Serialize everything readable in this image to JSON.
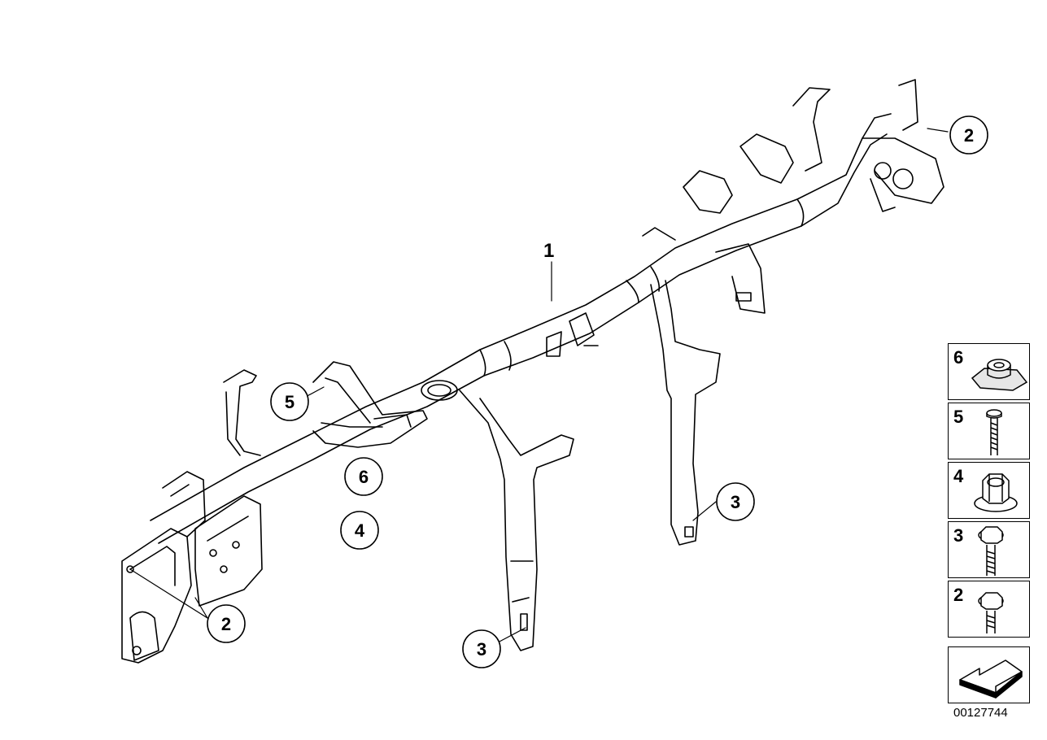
{
  "main_label": "1",
  "callouts": {
    "c2_top": "2",
    "c2_bottom": "2",
    "c3_right": "3",
    "c3_bottom": "3",
    "c4": "4",
    "c5": "5",
    "c6": "6"
  },
  "legend": [
    {
      "num": "6",
      "icon": "clip-nut-icon"
    },
    {
      "num": "5",
      "icon": "screw-icon"
    },
    {
      "num": "4",
      "icon": "flange-nut-icon"
    },
    {
      "num": "3",
      "icon": "hex-bolt-icon"
    },
    {
      "num": "2",
      "icon": "hex-bolt-short-icon"
    },
    {
      "num": "",
      "icon": "direction-arrow-icon"
    }
  ],
  "reference_number": "00127744"
}
